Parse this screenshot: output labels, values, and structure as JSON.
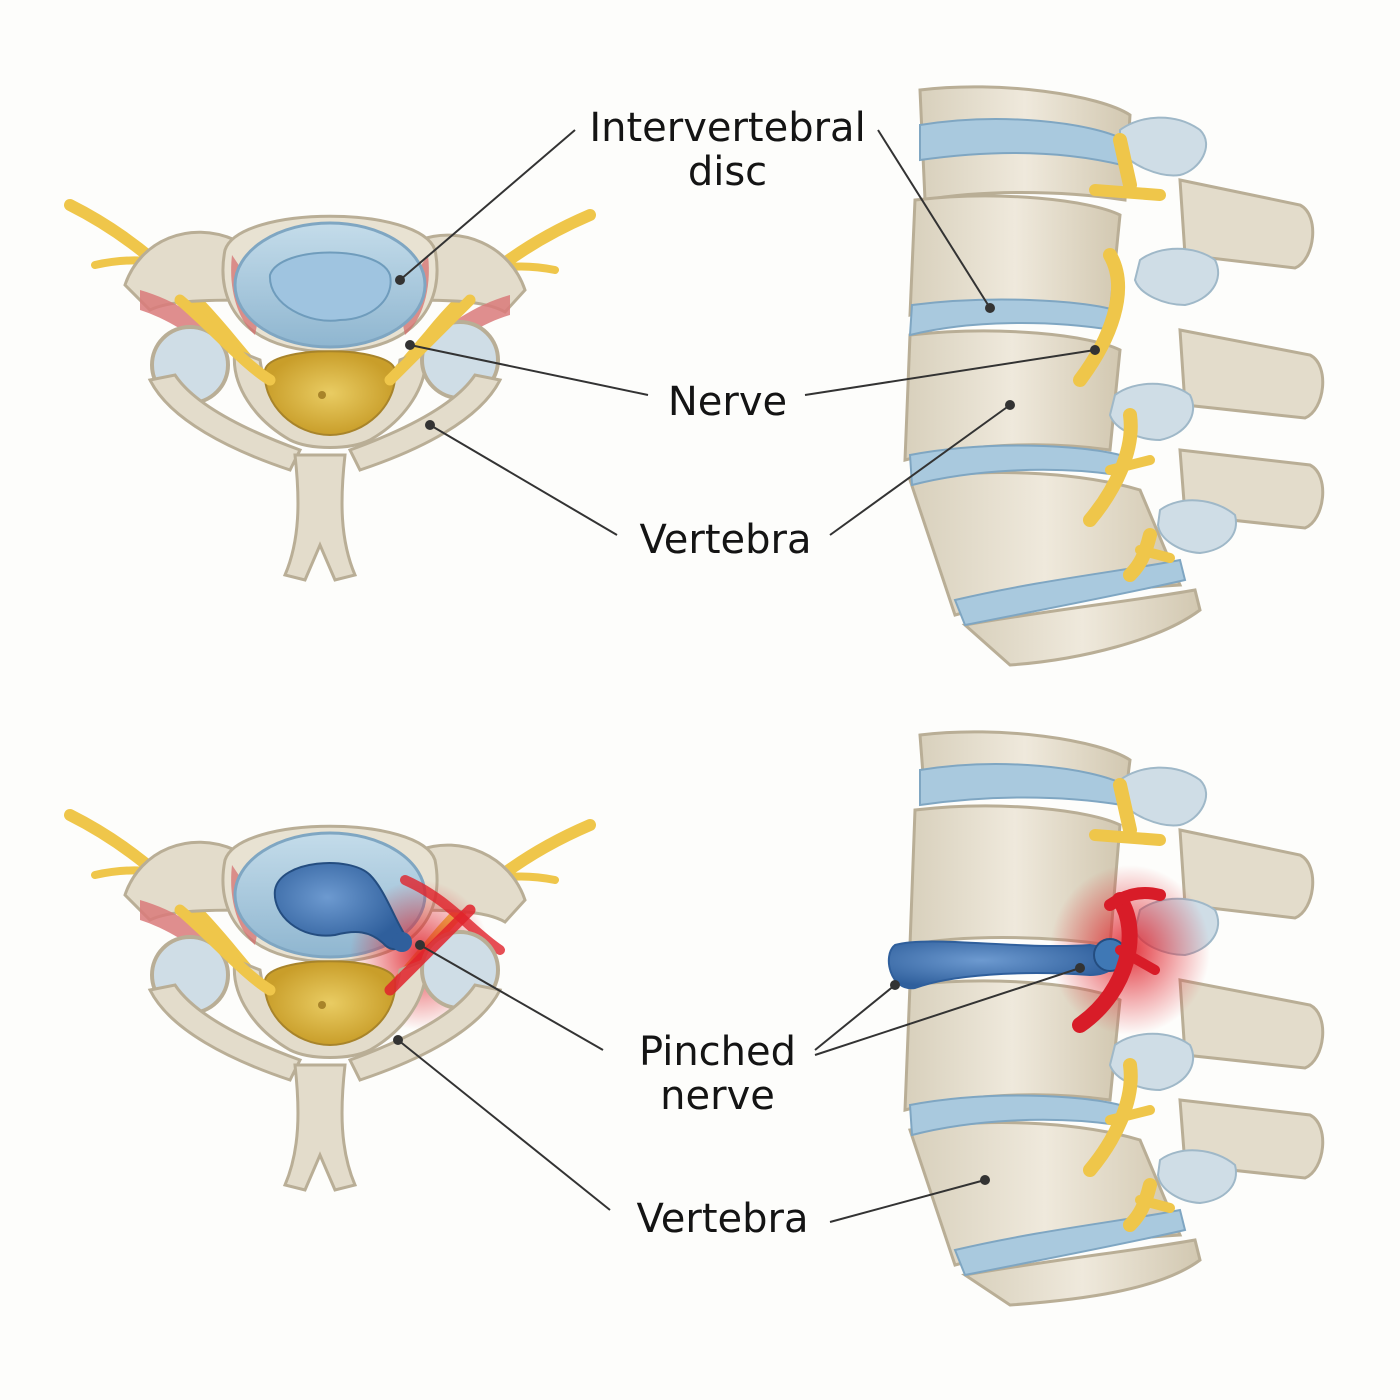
{
  "labels": {
    "intervertebral_disc": [
      "Intervertebral",
      "disc"
    ],
    "nerve": "Nerve",
    "vertebra_top": "Vertebra",
    "pinched_nerve": [
      "Pinched",
      "nerve"
    ],
    "vertebra_bottom": "Vertebra"
  },
  "colors": {
    "bone": "#e8e2d2",
    "bone_outline": "#b9ae96",
    "disc": "#a9c9de",
    "disc_nucleus_healthy": "#9fc4e0",
    "disc_nucleus_herniated": "#3f78b5",
    "nerve": "#efc64a",
    "spinal_cord": "#d9b441",
    "muscle": "#d97a7a",
    "inflammation": "#e0222b",
    "leader_line": "#333333"
  }
}
